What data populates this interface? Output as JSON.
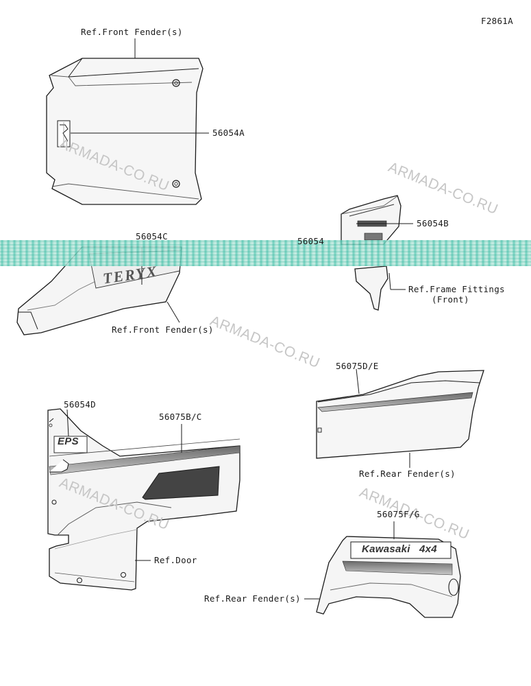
{
  "diagram_code": "F2861A",
  "labels": {
    "ref_front_fender_top": "Ref.Front Fender(s)",
    "part_56054A": "56054A",
    "part_56054B": "56054B",
    "part_56054C": "56054C",
    "part_56054_partial": "56054",
    "ref_front_fender_mid": "Ref.Front Fender(s)",
    "ref_frame_fittings_1": "Ref.Frame Fittings",
    "ref_frame_fittings_2": "(Front)",
    "part_56075DE": "56075D/E",
    "ref_rear_fender_right": "Ref.Rear Fender(s)",
    "part_56054D": "56054D",
    "part_56075BC": "56075B/C",
    "ref_door": "Ref.Door",
    "part_56075FG": "56075F/G",
    "ref_rear_fender_bottom": "Ref.Rear Fender(s)"
  },
  "decal_text": {
    "teryx": "TERYX",
    "eps": "EPS",
    "kawasaki": "Kawasaki",
    "four_by_four": "4x4"
  },
  "watermark": "ARMADA-CO.RU",
  "colors": {
    "line": "#1a1a1a",
    "panel": "#f4f4f4",
    "band": "#8a8a8a",
    "dark": "#3a3a3a",
    "watermark": "#c6c6c6"
  }
}
